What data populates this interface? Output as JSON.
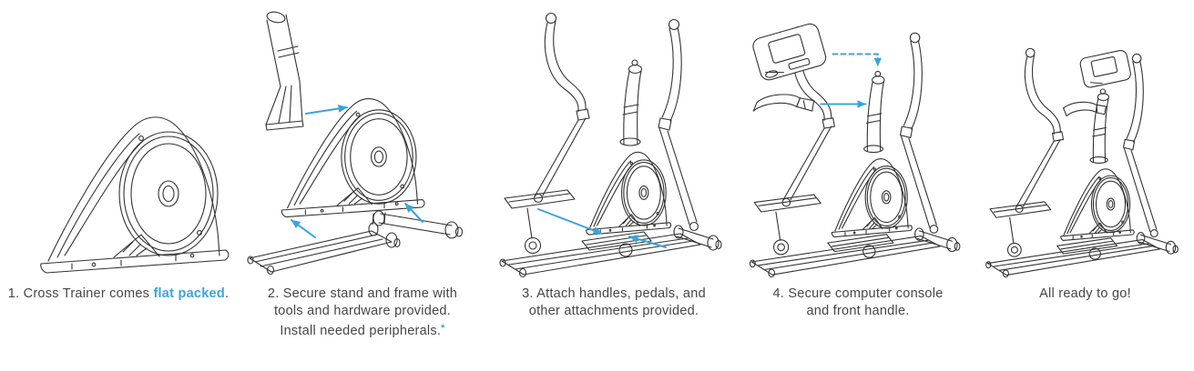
{
  "colors": {
    "accent": "#3ca4d7",
    "line_art": "#333333",
    "caption_text": "#464646",
    "background": "#ffffff"
  },
  "steps": [
    {
      "illustration": "cross-trainer-flat-packed",
      "caption": {
        "prefix": "1. Cross Trainer comes ",
        "highlight": "flat packed",
        "suffix": "."
      }
    },
    {
      "illustration": "secure-stand-and-frame",
      "caption": {
        "lines": [
          "2. Secure stand and frame with",
          "tools and hardware provided.",
          "Install needed peripherals."
        ],
        "footnote_marker": "*"
      }
    },
    {
      "illustration": "attach-handles-and-pedals",
      "caption": {
        "lines": [
          "3. Attach handles, pedals, and",
          "other attachments provided."
        ]
      }
    },
    {
      "illustration": "secure-console-and-front-handle",
      "caption": {
        "lines": [
          "4. Secure computer console",
          "and front handle."
        ]
      }
    },
    {
      "illustration": "fully-assembled",
      "caption": {
        "lines": [
          "All ready to go!"
        ]
      }
    }
  ]
}
